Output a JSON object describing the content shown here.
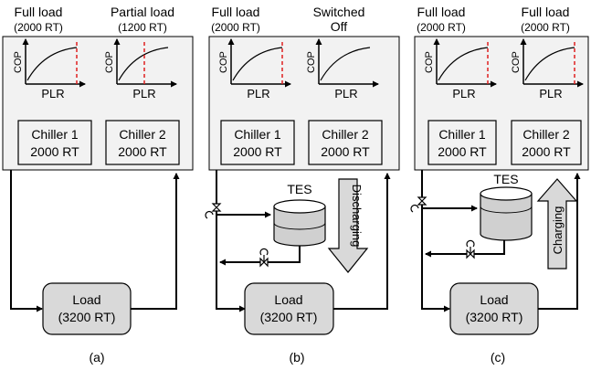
{
  "panels": {
    "a": {
      "caption": "(a)",
      "chiller1_mode": "Full load",
      "chiller1_cap": "(2000 RT)",
      "chiller2_mode": "Partial load",
      "chiller2_cap": "(1200 RT)",
      "chiller1_name": "Chiller 1",
      "chiller1_rating": "2000 RT",
      "chiller2_name": "Chiller 2",
      "chiller2_rating": "2000 RT",
      "load_name": "Load",
      "load_rating": "(3200 RT)"
    },
    "b": {
      "caption": "(b)",
      "chiller1_mode": "Full load",
      "chiller1_cap": "(2000 RT)",
      "chiller2_mode_line1": "Switched",
      "chiller2_mode_line2": "Off",
      "chiller1_name": "Chiller 1",
      "chiller1_rating": "2000 RT",
      "chiller2_name": "Chiller 2",
      "chiller2_rating": "2000 RT",
      "tes_label": "TES",
      "arrow_label": "Discharging",
      "load_name": "Load",
      "load_rating": "(3200 RT)"
    },
    "c": {
      "caption": "(c)",
      "chiller1_mode": "Full load",
      "chiller1_cap": "(2000 RT)",
      "chiller2_mode": "Full load",
      "chiller2_cap": "(2000 RT)",
      "chiller1_name": "Chiller 1",
      "chiller1_rating": "2000 RT",
      "chiller2_name": "Chiller 2",
      "chiller2_rating": "2000 RT",
      "tes_label": "TES",
      "arrow_label": "Charging",
      "load_name": "Load",
      "load_rating": "(3200 RT)"
    }
  },
  "axes": {
    "y_label": "COP",
    "x_label": "PLR"
  },
  "colors": {
    "panel_fill": "#f2f2f2",
    "load_fill": "#d9d9d9",
    "marker_line": "#e02020",
    "tes_fill": "#d0d0d0"
  }
}
